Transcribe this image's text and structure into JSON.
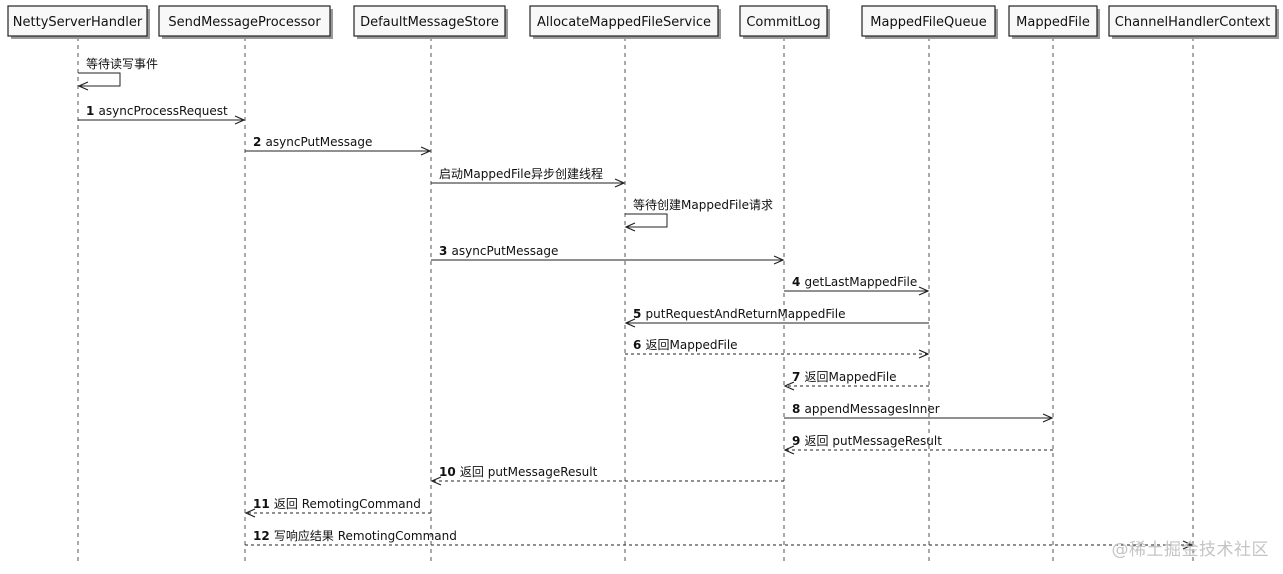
{
  "participants": [
    "NettyServerHandler",
    "SendMessageProcessor",
    "DefaultMessageStore",
    "AllocateMappedFileService",
    "CommitLog",
    "MappedFileQueue",
    "MappedFile",
    "ChannelHandlerContext"
  ],
  "messages": [
    {
      "from": 0,
      "to": 0,
      "num": "",
      "text": "等待读写事件",
      "style": "solid"
    },
    {
      "from": 0,
      "to": 1,
      "num": "1",
      "text": "asyncProcessRequest",
      "style": "solid"
    },
    {
      "from": 1,
      "to": 2,
      "num": "2",
      "text": "asyncPutMessage",
      "style": "solid"
    },
    {
      "from": 2,
      "to": 3,
      "num": "",
      "text": "启动MappedFile异步创建线程",
      "style": "solid"
    },
    {
      "from": 3,
      "to": 3,
      "num": "",
      "text": "等待创建MappedFile请求",
      "style": "solid"
    },
    {
      "from": 2,
      "to": 4,
      "num": "3",
      "text": "asyncPutMessage",
      "style": "solid"
    },
    {
      "from": 4,
      "to": 5,
      "num": "4",
      "text": "getLastMappedFile",
      "style": "solid"
    },
    {
      "from": 5,
      "to": 3,
      "num": "5",
      "text": "putRequestAndReturnMappedFile",
      "style": "solid"
    },
    {
      "from": 3,
      "to": 5,
      "num": "6",
      "text": "返回MappedFile",
      "style": "dashed"
    },
    {
      "from": 5,
      "to": 4,
      "num": "7",
      "text": "返回MappedFile",
      "style": "dashed"
    },
    {
      "from": 4,
      "to": 6,
      "num": "8",
      "text": "appendMessagesInner",
      "style": "solid"
    },
    {
      "from": 6,
      "to": 4,
      "num": "9",
      "text": "返回 putMessageResult",
      "style": "dashed"
    },
    {
      "from": 4,
      "to": 2,
      "num": "10",
      "text": "返回 putMessageResult",
      "style": "dashed"
    },
    {
      "from": 2,
      "to": 1,
      "num": "11",
      "text": "返回 RemotingCommand",
      "style": "dashed"
    },
    {
      "from": 1,
      "to": 7,
      "num": "12",
      "text": "写响应结果 RemotingCommand",
      "style": "dashed"
    }
  ],
  "watermark": "@稀土掘金技术社区"
}
